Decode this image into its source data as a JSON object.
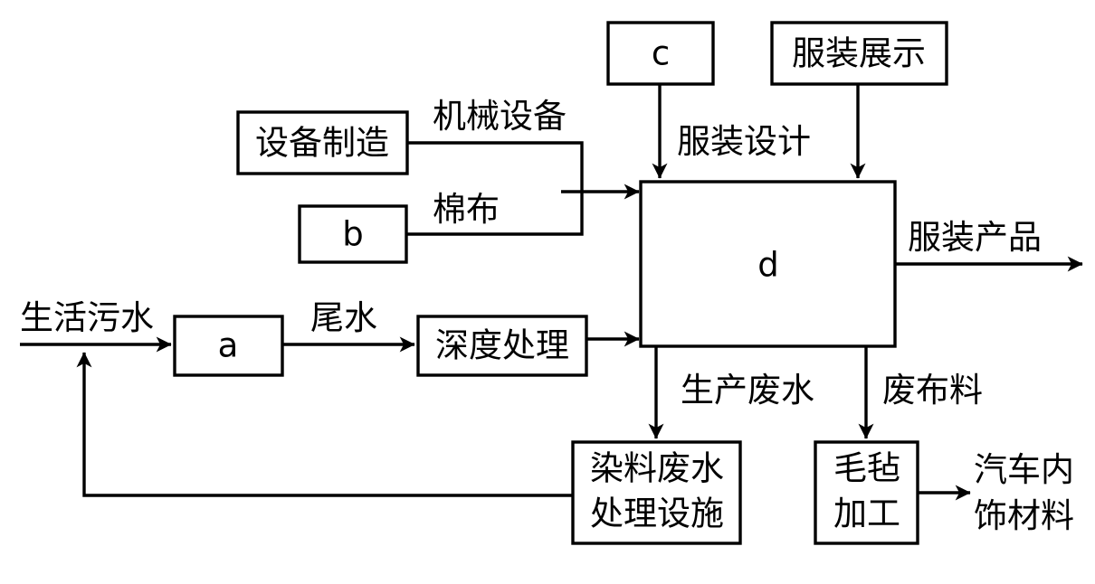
{
  "diagram": {
    "title": "Textile Production and Wastewater Recycling Flow Diagram",
    "background_color": "#ffffff",
    "stroke_color": "#000000",
    "nodes": [
      {
        "id": "c",
        "label": "c",
        "kind": "box"
      },
      {
        "id": "fzzs",
        "label": "服装展示",
        "kind": "box"
      },
      {
        "id": "sbzz",
        "label": "设备制造",
        "kind": "box"
      },
      {
        "id": "b",
        "label": "b",
        "kind": "box"
      },
      {
        "id": "d",
        "label": "d",
        "kind": "box"
      },
      {
        "id": "a",
        "label": "a",
        "kind": "box"
      },
      {
        "id": "sdcl",
        "label": "深度处理",
        "kind": "box"
      },
      {
        "id": "rlfs_line1",
        "label": "染料废水",
        "kind": "box"
      },
      {
        "id": "rlfs_line2",
        "label": "处理设施",
        "kind": "box"
      },
      {
        "id": "mzjg_line1",
        "label": "毛毡",
        "kind": "box"
      },
      {
        "id": "mzjg_line2",
        "label": "加工",
        "kind": "box"
      },
      {
        "id": "qcnscl_line1",
        "label": "汽车内",
        "kind": "free-text"
      },
      {
        "id": "qcnscl_line2",
        "label": "饰材料",
        "kind": "free-text"
      }
    ],
    "edge_labels": {
      "jixie_shebei": "机械设备",
      "mianbu": "棉布",
      "fuzhuang_sheji": "服装设计",
      "shenghuo_wushui": "生活污水",
      "weishui": "尾水",
      "fuzhuang_chanpin": "服装产品",
      "shengchan_feishui": "生产废水",
      "feibuliao": "废布料"
    }
  }
}
